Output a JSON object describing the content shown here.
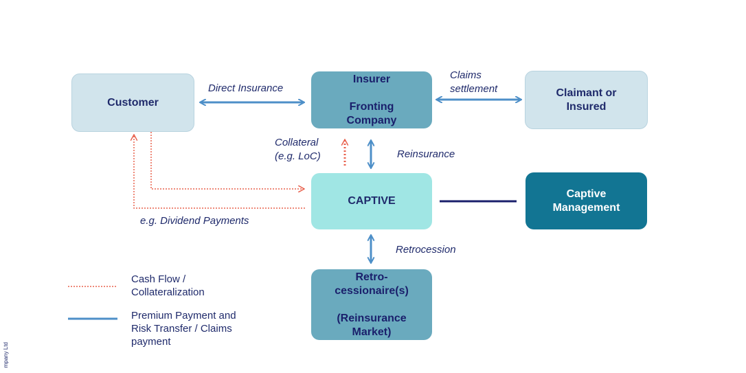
{
  "colors": {
    "customer_fill": "#d1e4ec",
    "insurer_fill": "#6aaabe",
    "claimant_fill": "#d1e4ec",
    "captive_fill": "#a0e6e4",
    "captive_mgmt_fill": "#127593",
    "retro_fill": "#6aaabe",
    "flow_blue": "#4d8fc8",
    "cash_red": "#e8604c",
    "navy_line": "#1a1f6b",
    "text_navy": "#1f2a6b"
  },
  "boxes": {
    "customer": {
      "lines": [
        "Customer"
      ]
    },
    "insurer": {
      "lines": [
        "Insurer",
        "",
        "Fronting",
        "Company"
      ]
    },
    "claimant": {
      "lines": [
        "Claimant or",
        "Insured"
      ]
    },
    "captive": {
      "lines": [
        "CAPTIVE"
      ]
    },
    "captive_management": {
      "lines": [
        "Captive",
        "Management"
      ]
    },
    "retrocessionaire": {
      "lines": [
        "Retro-",
        "cessionaire(s)",
        "",
        "(Reinsurance",
        "Market)"
      ]
    }
  },
  "labels": {
    "direct_insurance": "Direct Insurance",
    "claims_settlement_1": "Claims",
    "claims_settlement_2": "settlement",
    "collateral_1": "Collateral",
    "collateral_2": "(e.g. LoC)",
    "reinsurance": "Reinsurance",
    "dividend": "e.g. Dividend Payments",
    "retrocession": "Retrocession"
  },
  "legend": {
    "cash_flow": [
      "Cash Flow /",
      "Collateralization"
    ],
    "premium": [
      "Premium Payment and",
      "Risk Transfer / Claims",
      "payment"
    ]
  },
  "side_text": "mpany Ltd"
}
